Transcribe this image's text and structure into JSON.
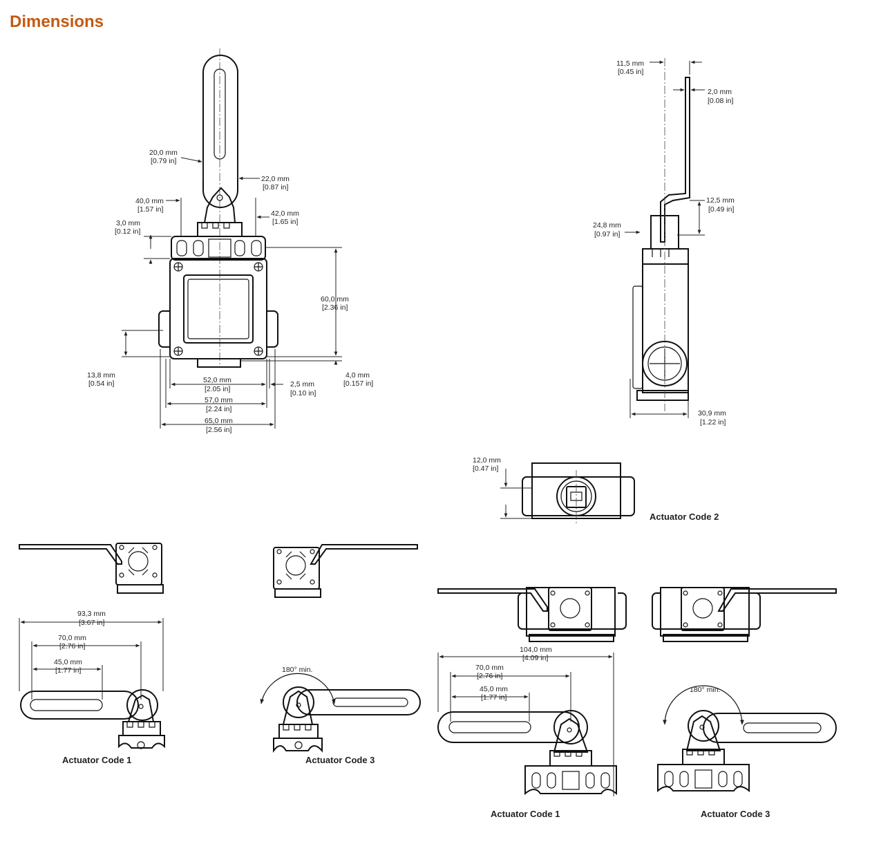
{
  "title": "Dimensions",
  "front_view": {
    "d1_mm": "20,0 mm",
    "d1_in": "[0.79 in]",
    "d2_mm": "22,0 mm",
    "d2_in": "[0.87 in]",
    "d3_mm": "40,0 mm",
    "d3_in": "[1.57 in]",
    "d4_mm": "42,0 mm",
    "d4_in": "[1.65 in]",
    "d5_mm": "3,0 mm",
    "d5_in": "[0.12 in]",
    "d6_mm": "60,0 mm",
    "d6_in": "[2.36 in]",
    "d7_mm": "13,8 mm",
    "d7_in": "[0.54 in]",
    "d8_mm": "4,0 mm",
    "d8_in": "[0.157 in]",
    "d9_mm": "52,0 mm",
    "d9_in": "[2.05 in]",
    "d10_mm": "2,5 mm",
    "d10_in": "[0.10 in]",
    "d11_mm": "57,0 mm",
    "d11_in": "[2.24 in]",
    "d12_mm": "65,0 mm",
    "d12_in": "[2.56 in]"
  },
  "side_view": {
    "d1_mm": "11,5 mm",
    "d1_in": "[0.45 in]",
    "d2_mm": "2,0 mm",
    "d2_in": "[0.08 in]",
    "d3_mm": "12,5 mm",
    "d3_in": "[0.49 in]",
    "d4_mm": "24,8 mm",
    "d4_in": "[0.97 in]",
    "d5_mm": "30,9 mm",
    "d5_in": "[1.22 in]"
  },
  "top_view": {
    "d1_mm": "12,0 mm",
    "d1_in": "[0.47 in]",
    "caption": "Actuator Code 2"
  },
  "small_left": {
    "d1_mm": "93,3 mm",
    "d1_in": "[3.67 in]",
    "d2_mm": "70,0 mm",
    "d2_in": "[2.76 in]",
    "d3_mm": "45,0 mm",
    "d3_in": "[1.77 in]",
    "caption": "Actuator Code 1"
  },
  "small_right": {
    "angle": "180° min.",
    "caption": "Actuator Code 3"
  },
  "large_left": {
    "d1_mm": "104,0 mm",
    "d1_in": "[4.09 in]",
    "d2_mm": "70,0 mm",
    "d2_in": "[2.76 in]",
    "d3_mm": "45,0 mm",
    "d3_in": "[1.77 in]",
    "caption": "Actuator Code 1"
  },
  "large_right": {
    "angle": "180° min.",
    "caption": "Actuator Code 3"
  }
}
